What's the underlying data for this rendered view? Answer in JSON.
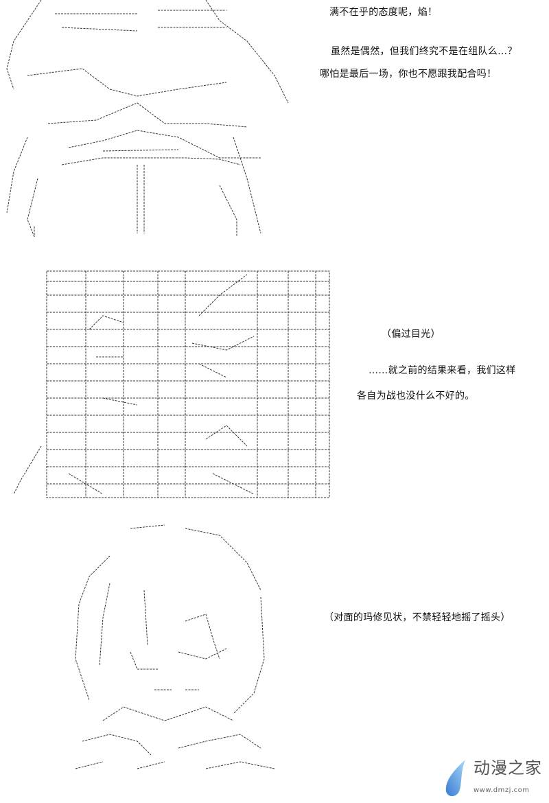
{
  "panels": [
    {
      "lines": [
        "满不在乎的态度呢，焰！",
        "虽然是偶然，但我们终究不是在组队么…？",
        "哪怕是最后一场，你也不愿跟我配合吗！"
      ]
    },
    {
      "lines": [
        "（偏过目光）",
        "……就之前的结果来看，我们这样",
        "各自为战也没什么不好的。"
      ]
    },
    {
      "lines": [
        "（对面的玛修见状，不禁轻轻地摇了摇头）"
      ]
    }
  ],
  "watermark": {
    "name": "动漫之家",
    "url": "www.dmzj.com",
    "color": "#5b9bd5"
  }
}
